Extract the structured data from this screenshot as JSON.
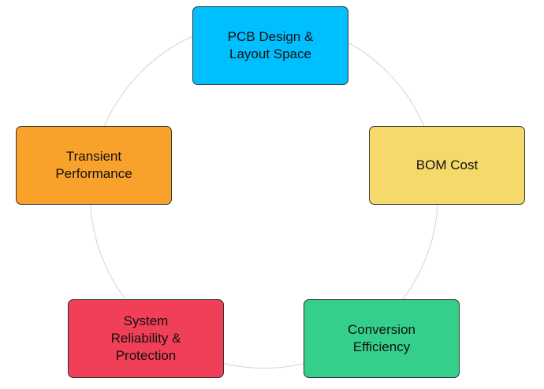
{
  "diagram": {
    "nodes": [
      {
        "id": "pcb-design",
        "label": "PCB Design &\nLayout Space",
        "color": "#00bfff"
      },
      {
        "id": "bom-cost",
        "label": "BOM Cost",
        "color": "#f6d96b"
      },
      {
        "id": "conversion-efficiency",
        "label": "Conversion\nEfficiency",
        "color": "#35cf8c"
      },
      {
        "id": "system-reliability",
        "label": "System\nReliability &\nProtection",
        "color": "#f03f56"
      },
      {
        "id": "transient-performance",
        "label": "Transient\nPerformance",
        "color": "#f8a12b"
      }
    ],
    "ring_color": "#d4d4d4"
  }
}
